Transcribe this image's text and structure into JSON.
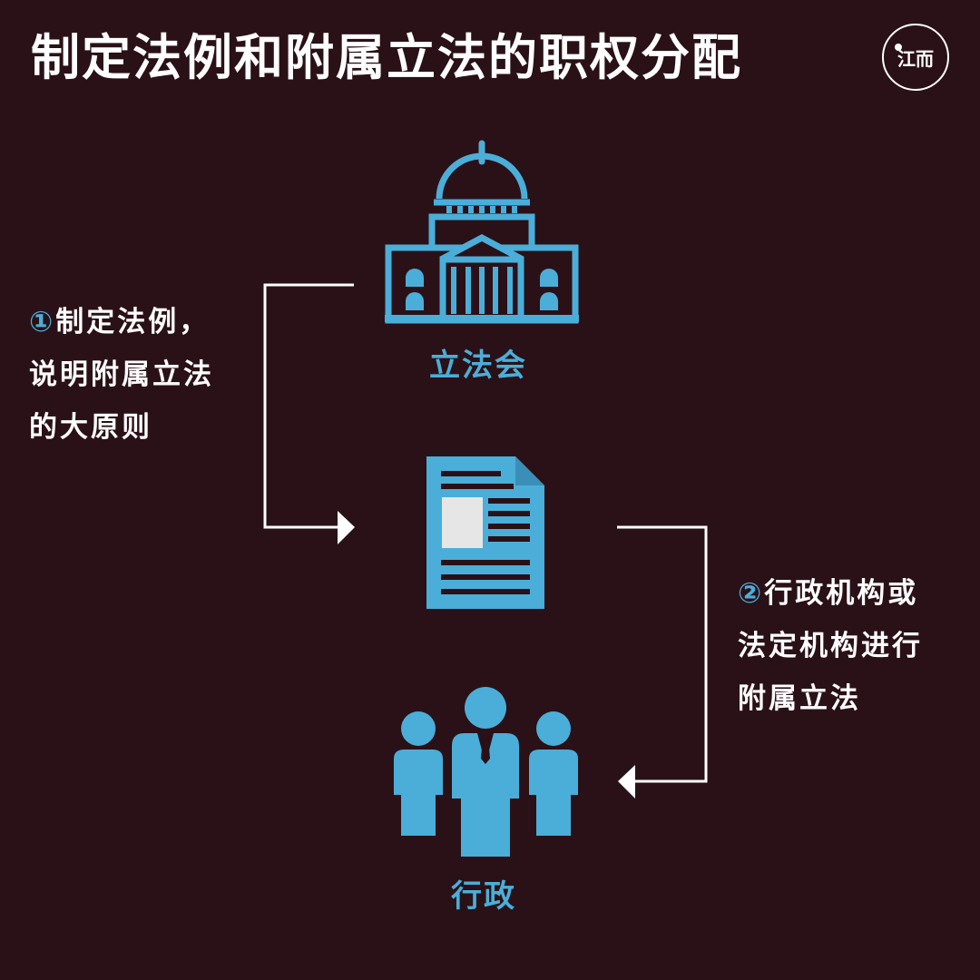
{
  "header": {
    "title": "制定法例和附属立法的职权分配",
    "logo_text": "江而"
  },
  "nodes": {
    "legislature": {
      "label": "立法会",
      "icon": "capitol-building-icon"
    },
    "document": {
      "icon": "document-icon"
    },
    "executive": {
      "label": "行政",
      "icon": "people-group-icon"
    }
  },
  "steps": [
    {
      "number": "①",
      "lines": [
        "制定法例，",
        "说明附属立法",
        "的大原则"
      ]
    },
    {
      "number": "②",
      "lines": [
        "行政机构或",
        "法定机构进行",
        "附属立法"
      ]
    }
  ],
  "colors": {
    "background": "#2a1117",
    "accent": "#4aaed9",
    "text": "#ffffff",
    "doc_panel": "#e6e6e6"
  }
}
